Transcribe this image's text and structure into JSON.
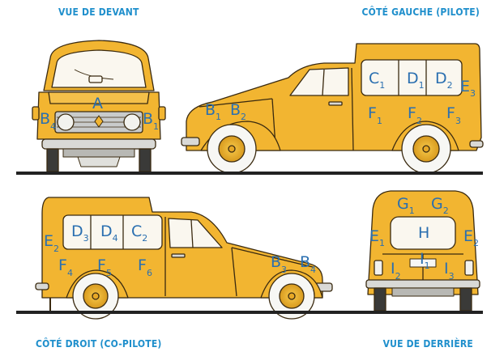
{
  "captions": {
    "front": "VUE DE DEVANT",
    "left": "CÔTÉ GAUCHE (PILOTE)",
    "right": "CÔTÉ DROIT (CO-PILOTE)",
    "rear": "VUE DE DERRIÈRE"
  },
  "colors": {
    "body": "#F2B531",
    "outline": "#3A2A10",
    "label": "#2A6FB0",
    "caption": "#1F8FCC",
    "ground": "#222222"
  },
  "zones": {
    "front": {
      "a": {
        "letter": "A",
        "sub": ""
      },
      "b4": {
        "letter": "B",
        "sub": "4"
      },
      "b1": {
        "letter": "B",
        "sub": "1"
      }
    },
    "left": {
      "c1": {
        "letter": "C",
        "sub": "1"
      },
      "d1": {
        "letter": "D",
        "sub": "1"
      },
      "d2": {
        "letter": "D",
        "sub": "2"
      },
      "e3": {
        "letter": "E",
        "sub": "3"
      },
      "b1": {
        "letter": "B",
        "sub": "1"
      },
      "b2": {
        "letter": "B",
        "sub": "2"
      },
      "f1": {
        "letter": "F",
        "sub": "1"
      },
      "f2": {
        "letter": "F",
        "sub": "2"
      },
      "f3": {
        "letter": "F",
        "sub": "3"
      }
    },
    "right": {
      "d3": {
        "letter": "D",
        "sub": "3"
      },
      "d4": {
        "letter": "D",
        "sub": "4"
      },
      "c2": {
        "letter": "C",
        "sub": "2"
      },
      "e2": {
        "letter": "E",
        "sub": "2"
      },
      "f4": {
        "letter": "F",
        "sub": "4"
      },
      "f5": {
        "letter": "F",
        "sub": "5"
      },
      "f6": {
        "letter": "F",
        "sub": "6"
      },
      "b3": {
        "letter": "B",
        "sub": "3"
      },
      "b4": {
        "letter": "B",
        "sub": "4"
      }
    },
    "rear": {
      "g1": {
        "letter": "G",
        "sub": "1"
      },
      "g2": {
        "letter": "G",
        "sub": "2"
      },
      "h": {
        "letter": "H",
        "sub": ""
      },
      "e1": {
        "letter": "E",
        "sub": "1"
      },
      "e2": {
        "letter": "E",
        "sub": "2"
      },
      "i1": {
        "letter": "I",
        "sub": "1"
      },
      "i2": {
        "letter": "I",
        "sub": "2"
      },
      "i3": {
        "letter": "I",
        "sub": "3"
      }
    }
  }
}
